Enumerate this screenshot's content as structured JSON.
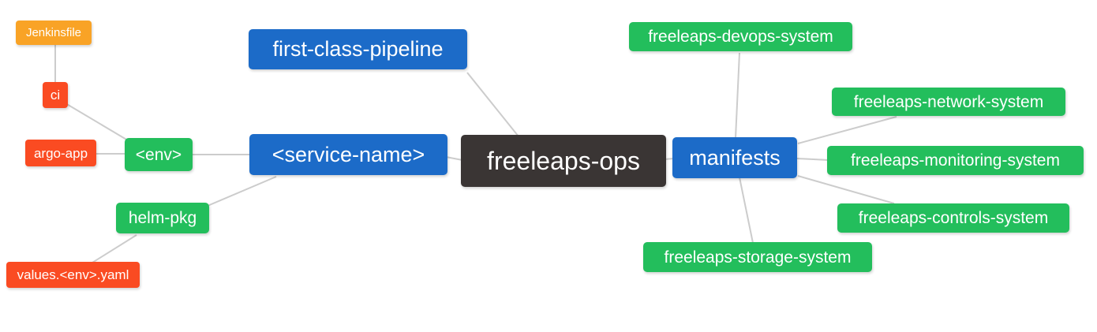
{
  "diagram": {
    "type": "mindmap",
    "root_label": "freeleaps-ops",
    "palette": {
      "root": "#3A3534",
      "branch_blue": "#1C6BC8",
      "leaf_green": "#23BE5C",
      "file_red": "#FA4B22",
      "jenkins_orange": "#F9A326",
      "edge_gray": "#CCCCCC",
      "text": "#FFFFFF",
      "background": "#FFFFFF"
    },
    "nodes": [
      {
        "id": "jenkinsfile",
        "label": "Jenkinsfile",
        "color": "jenkins_orange",
        "parent": "ci"
      },
      {
        "id": "ci",
        "label": "ci",
        "color": "file_red",
        "parent": "env"
      },
      {
        "id": "argo-app",
        "label": "argo-app",
        "color": "file_red",
        "parent": "env"
      },
      {
        "id": "env",
        "label": "<env>",
        "color": "leaf_green",
        "parent": "service-name"
      },
      {
        "id": "helm-pkg",
        "label": "helm-pkg",
        "color": "leaf_green",
        "parent": "service-name"
      },
      {
        "id": "values-env-yaml",
        "label": "values.<env>.yaml",
        "color": "file_red",
        "parent": "helm-pkg"
      },
      {
        "id": "first-class-pipeline",
        "label": "first-class-pipeline",
        "color": "branch_blue",
        "parent": "freeleaps-ops"
      },
      {
        "id": "service-name",
        "label": "<service-name>",
        "color": "branch_blue",
        "parent": "freeleaps-ops"
      },
      {
        "id": "freeleaps-ops",
        "label": "freeleaps-ops",
        "color": "root",
        "parent": null
      },
      {
        "id": "manifests",
        "label": "manifests",
        "color": "branch_blue",
        "parent": "freeleaps-ops"
      },
      {
        "id": "devops-system",
        "label": "freeleaps-devops-system",
        "color": "leaf_green",
        "parent": "manifests"
      },
      {
        "id": "network-system",
        "label": "freeleaps-network-system",
        "color": "leaf_green",
        "parent": "manifests"
      },
      {
        "id": "monitoring-system",
        "label": "freeleaps-monitoring-system",
        "color": "leaf_green",
        "parent": "manifests"
      },
      {
        "id": "controls-system",
        "label": "freeleaps-controls-system",
        "color": "leaf_green",
        "parent": "manifests"
      },
      {
        "id": "storage-system",
        "label": "freeleaps-storage-system",
        "color": "leaf_green",
        "parent": "manifests"
      }
    ],
    "edges": [
      {
        "from": "jenkinsfile",
        "to": "ci"
      },
      {
        "from": "ci",
        "to": "env"
      },
      {
        "from": "argo-app",
        "to": "env"
      },
      {
        "from": "env",
        "to": "service-name"
      },
      {
        "from": "helm-pkg",
        "to": "service-name"
      },
      {
        "from": "values-env-yaml",
        "to": "helm-pkg"
      },
      {
        "from": "service-name",
        "to": "freeleaps-ops"
      },
      {
        "from": "first-class-pipeline",
        "to": "freeleaps-ops"
      },
      {
        "from": "freeleaps-ops",
        "to": "manifests"
      },
      {
        "from": "manifests",
        "to": "devops-system"
      },
      {
        "from": "manifests",
        "to": "network-system"
      },
      {
        "from": "manifests",
        "to": "monitoring-system"
      },
      {
        "from": "manifests",
        "to": "controls-system"
      },
      {
        "from": "manifests",
        "to": "storage-system"
      }
    ]
  }
}
